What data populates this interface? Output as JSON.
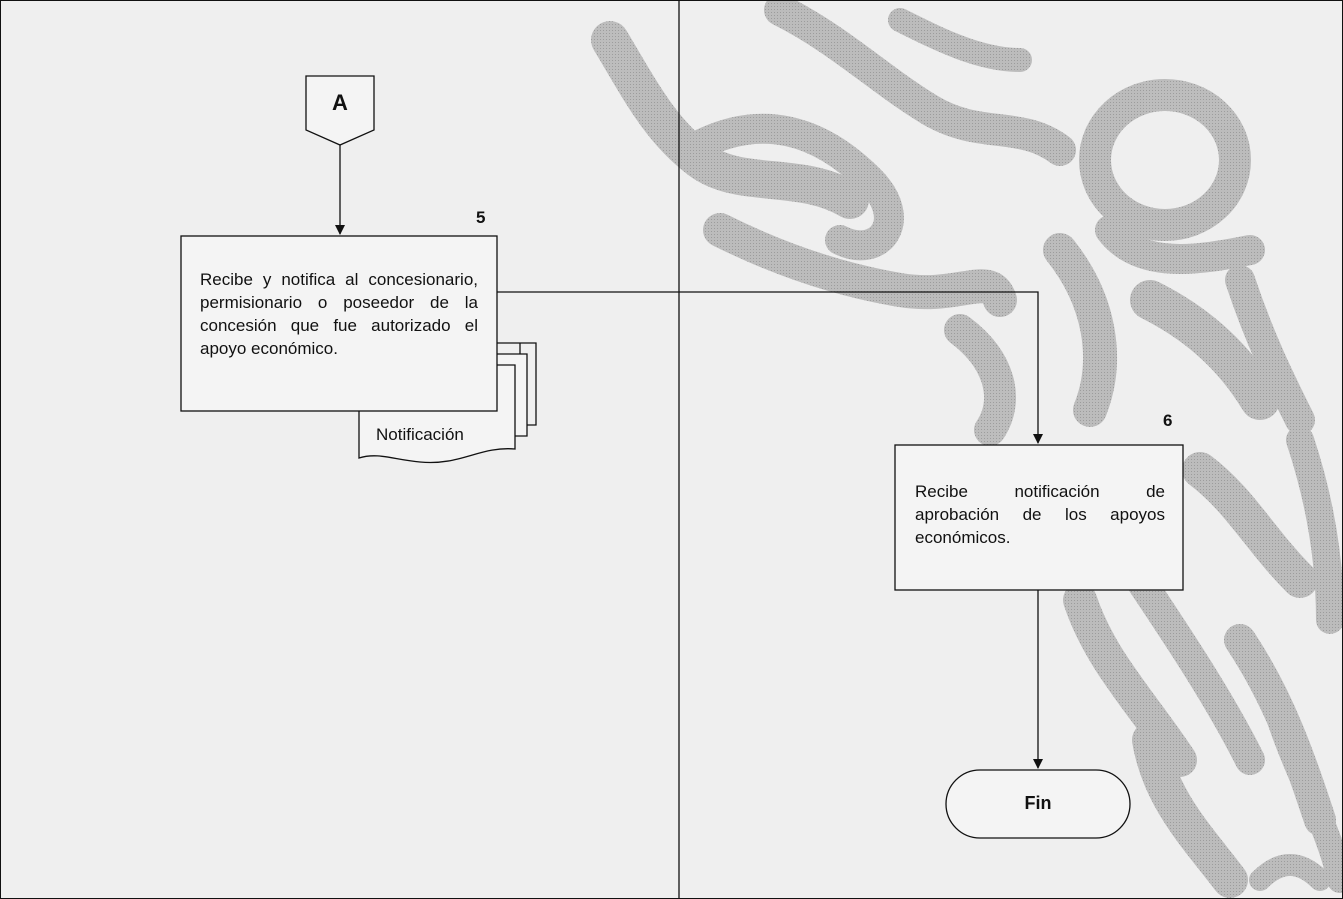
{
  "connector": {
    "label": "A"
  },
  "steps": [
    {
      "number": "5",
      "text": "Recibe y notifica al concesionario, permisionario o poseedor de la concesión que fue autorizado el apoyo económico."
    },
    {
      "number": "6",
      "text": "Recibe notificación de aprobación de los apoyos económicos."
    }
  ],
  "document": {
    "label": "Notificación"
  },
  "terminator": {
    "label": "Fin"
  },
  "colors": {
    "background": "#efefef",
    "line": "#111111",
    "box_fill": "#f3f3f3",
    "watermark": "#a8a8a8"
  }
}
